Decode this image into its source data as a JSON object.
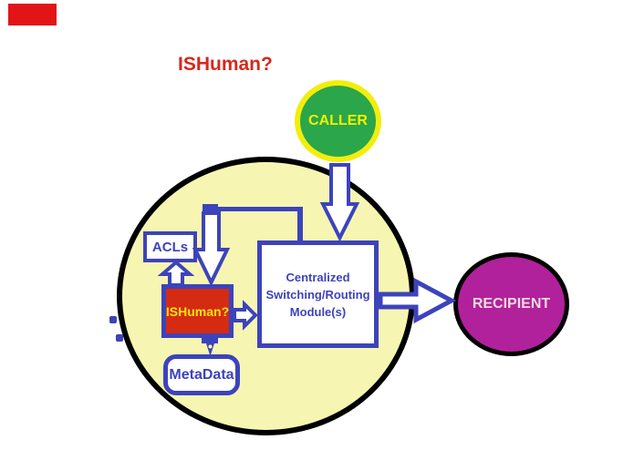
{
  "diagram": {
    "title": "ISHuman?",
    "caller": {
      "label": "CALLER"
    },
    "recipient": {
      "label": "RECIPIENT"
    },
    "acls": {
      "label": "ACLs"
    },
    "ishuman_module": {
      "label": "ISHuman?"
    },
    "metadata": {
      "label": "MetaData"
    },
    "central_module": {
      "line1": "Centralized",
      "line2": "Switching/Routing",
      "line3": "Module(s)"
    }
  },
  "colors": {
    "diagram_blue": "#3D43BB",
    "system_circle_fill": "#F6F6B2",
    "system_circle_border": "#000000",
    "caller_fill": "#2BA64A",
    "caller_border": "#F2EE0C",
    "caller_text": "#F2F200",
    "recipient_fill": "#B1219B",
    "recipient_border": "#000000",
    "recipient_text": "#F2D9DE",
    "ishuman_fill": "#D52B12",
    "ishuman_text": "#F5E612",
    "title_text": "#D6281B",
    "top_left_fragment": "#E21418",
    "box_fill": "#FFFFFF"
  }
}
